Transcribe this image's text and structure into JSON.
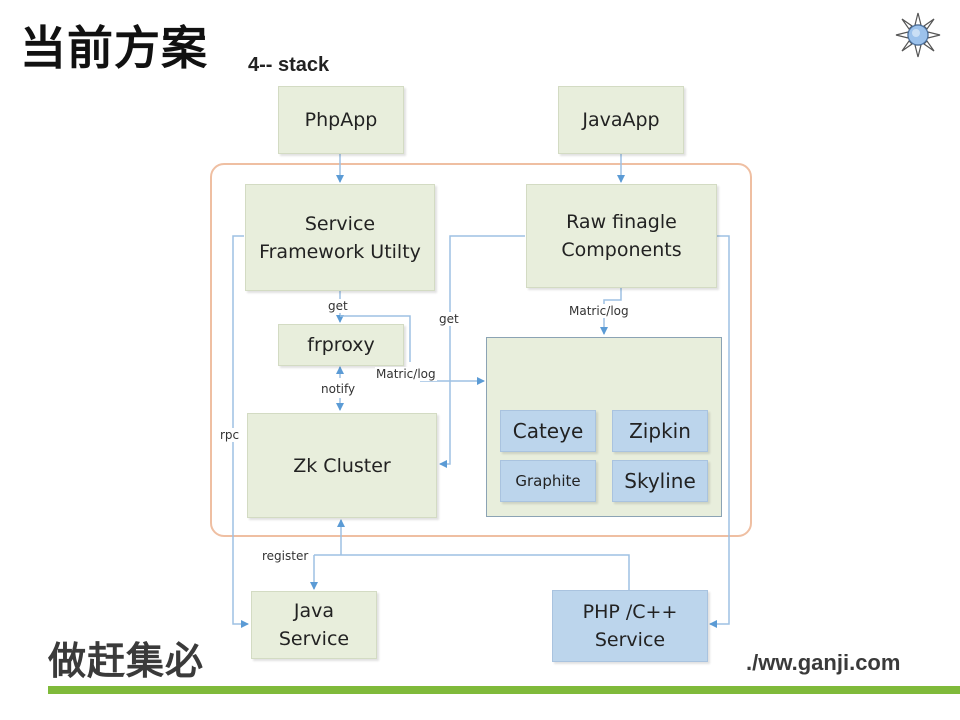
{
  "slide": {
    "title": "当前方案",
    "subtitle": "4-- stack",
    "logo_icon": "sun-gear-icon"
  },
  "diagram": {
    "nodes": {
      "php_app": "PhpApp",
      "java_app": "JavaApp",
      "service_framework_line1": "Service",
      "service_framework_line2": "Framework Utilty",
      "raw_finagle_line1": "Raw finagle",
      "raw_finagle_line2": "Components",
      "frproxy": "frproxy",
      "zk_cluster": "Zk Cluster",
      "cateye": "Cateye",
      "zipkin": "Zipkin",
      "graphite": "Graphite",
      "skyline": "Skyline",
      "java_service_line1": "Java",
      "java_service_line2": "Service",
      "php_cpp_service_line1": "PHP /C++",
      "php_cpp_service_line2": "Service"
    },
    "edge_labels": {
      "get_frproxy": "get",
      "get_finagle": "get",
      "matric_log_finagle": "Matric/log",
      "matric_log_frproxy": "Matric/log",
      "notify": "notify",
      "rpc": "rpc",
      "register": "register"
    },
    "colors": {
      "node_fill": "#e8eedc",
      "node_blue_fill": "#bcd5ec",
      "arrow": "#5b9bd5",
      "frame": "#efbfa2"
    }
  },
  "footer": {
    "cn_text": "做赶集必",
    "url": "./ww.ganji.com",
    "bar_color": "#7fba3a"
  }
}
